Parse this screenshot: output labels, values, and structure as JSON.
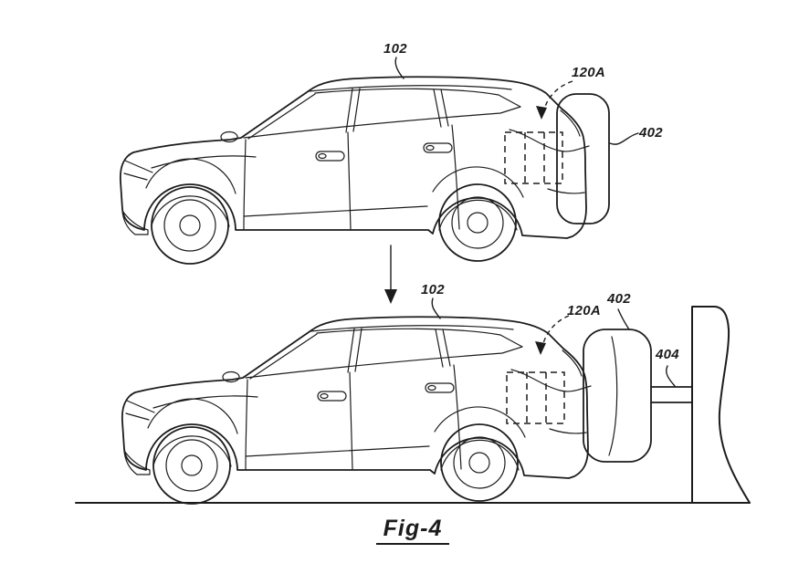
{
  "figure": {
    "caption": "Fig-4",
    "top_view": {
      "vehicle_label": "102",
      "module_label": "120A",
      "airbag_label": "402"
    },
    "bottom_view": {
      "vehicle_label": "102",
      "module_label": "120A",
      "airbag_label": "402",
      "rod_label": "404"
    },
    "colors": {
      "line": "#1c1c1c",
      "background": "#ffffff"
    }
  }
}
